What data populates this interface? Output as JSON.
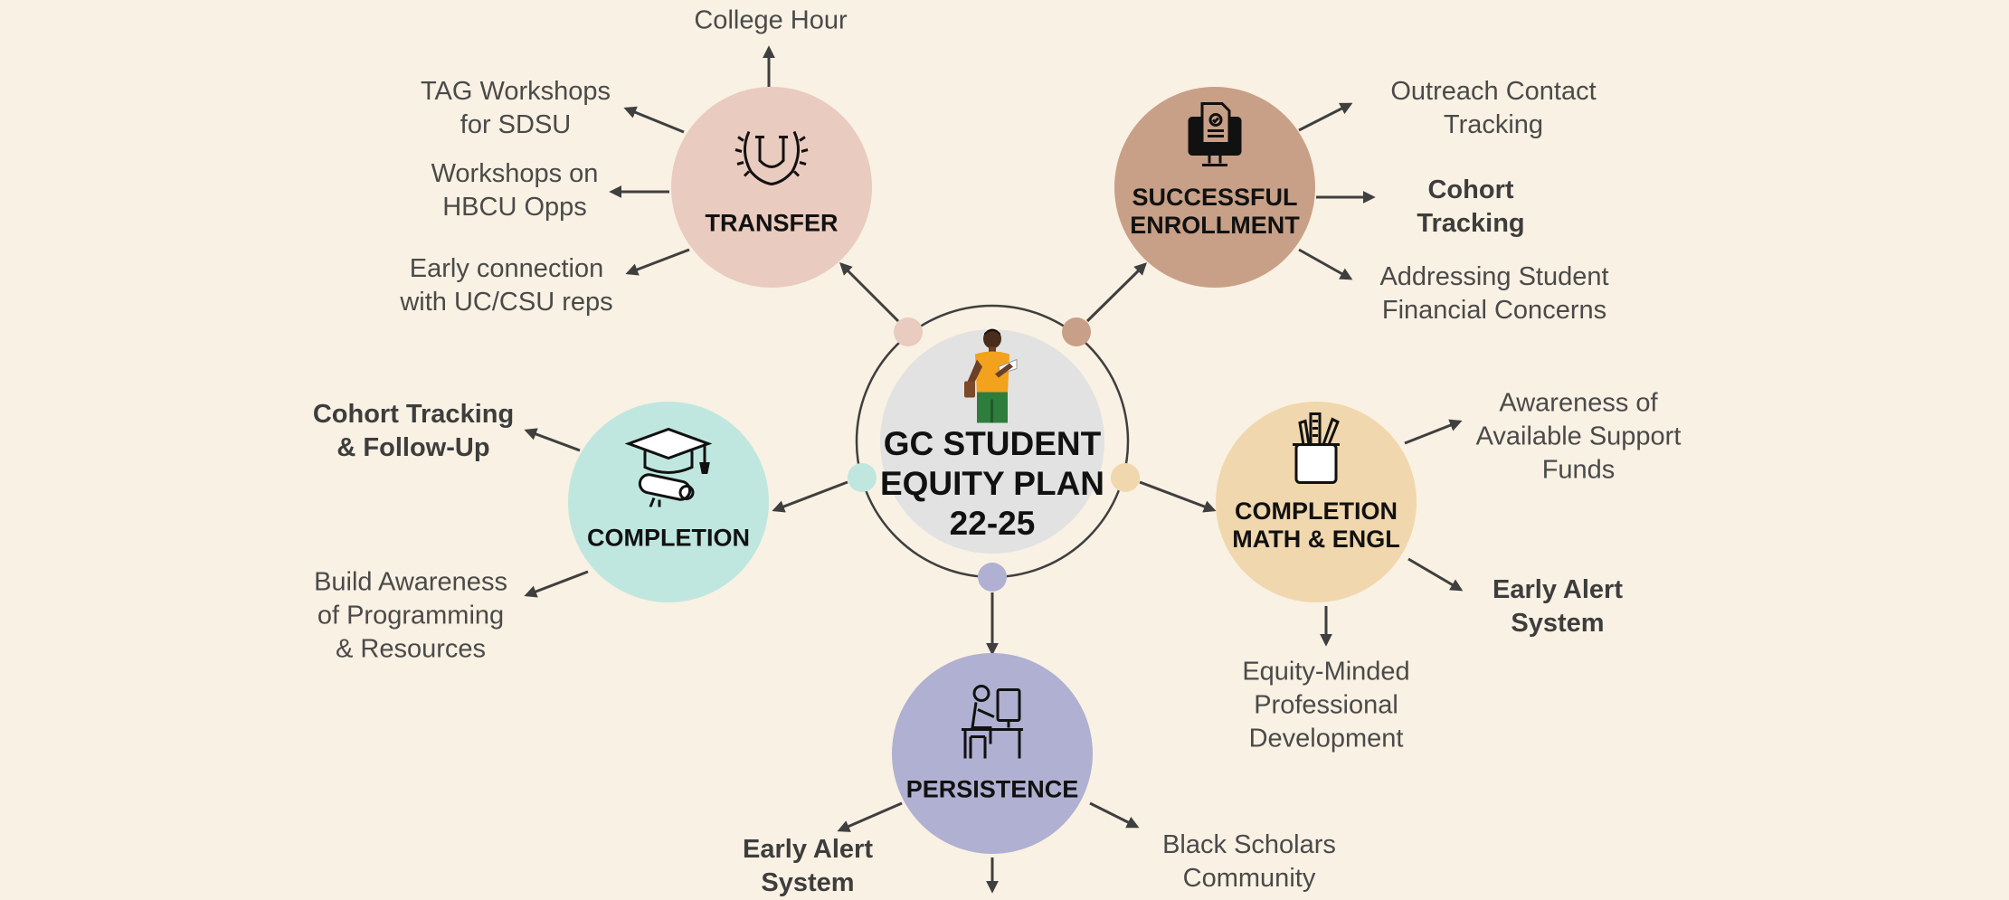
{
  "center": {
    "title_lines": [
      "GC STUDENT",
      "EQUITY PLAN",
      "22-25"
    ]
  },
  "colors": {
    "background": "#f9f1e3",
    "transfer": "#e9cbbf",
    "enrollment": "#c8a087",
    "completion": "#bfe7df",
    "math_engl": "#f1d7ad",
    "persistence": "#b0b0d2",
    "center": "#e3e2e2",
    "arrow": "#3f3f3f"
  },
  "nodes": {
    "transfer": {
      "title": [
        "TRANSFER"
      ],
      "icon": "university-laurel-icon",
      "items": [
        {
          "lines": [
            "College Hour"
          ],
          "bold": false
        },
        {
          "lines": [
            "TAG Workshops",
            "for SDSU"
          ],
          "bold": false
        },
        {
          "lines": [
            "Workshops on",
            "HBCU Opps"
          ],
          "bold": false
        },
        {
          "lines": [
            "Early connection",
            "with UC/CSU reps"
          ],
          "bold": false
        }
      ]
    },
    "enrollment": {
      "title": [
        "SUCCESSFUL",
        "ENROLLMENT"
      ],
      "icon": "computer-document-icon",
      "items": [
        {
          "lines": [
            "Outreach Contact",
            "Tracking"
          ],
          "bold": false
        },
        {
          "lines": [
            "Cohort",
            "Tracking"
          ],
          "bold": true
        },
        {
          "lines": [
            "Addressing Student",
            "Financial Concerns"
          ],
          "bold": false
        }
      ]
    },
    "completion": {
      "title": [
        "COMPLETION"
      ],
      "icon": "graduation-cap-diploma-icon",
      "items": [
        {
          "lines": [
            "Cohort Tracking",
            "& Follow-Up"
          ],
          "bold": true
        },
        {
          "lines": [
            "Build Awareness",
            "of Programming",
            "& Resources"
          ],
          "bold": false
        }
      ]
    },
    "math_engl": {
      "title": [
        "COMPLETION",
        "MATH & ENGL"
      ],
      "icon": "pencil-cup-icon",
      "items": [
        {
          "lines": [
            "Awareness of",
            "Available Support",
            "Funds"
          ],
          "bold": false
        },
        {
          "lines": [
            "Early Alert",
            "System"
          ],
          "bold": true
        },
        {
          "lines": [
            "Equity-Minded",
            "Professional",
            "Development"
          ],
          "bold": false
        }
      ]
    },
    "persistence": {
      "title": [
        "PERSISTENCE"
      ],
      "icon": "student-at-desk-icon",
      "items": [
        {
          "lines": [
            "Early Alert",
            "System"
          ],
          "bold": true
        },
        {
          "lines": [
            "Black Scholars",
            "Community"
          ],
          "bold": false
        }
      ]
    }
  }
}
